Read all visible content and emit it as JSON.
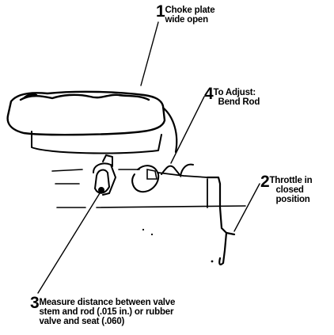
{
  "callouts": [
    {
      "number": "1",
      "label_lines": [
        "Choke plate",
        "wide open"
      ]
    },
    {
      "number": "2",
      "label_lines": [
        "Throttle in",
        "closed",
        "position"
      ]
    },
    {
      "number": "3",
      "label_lines": [
        "Measure distance between valve",
        "stem and rod (.015 in.) or rubber",
        "valve and seat (.060)"
      ]
    },
    {
      "number": "4",
      "label_lines": [
        "To Adjust:",
        "Bend Rod"
      ]
    }
  ],
  "colors": {
    "ink": "#000000",
    "paper": "#ffffff"
  }
}
